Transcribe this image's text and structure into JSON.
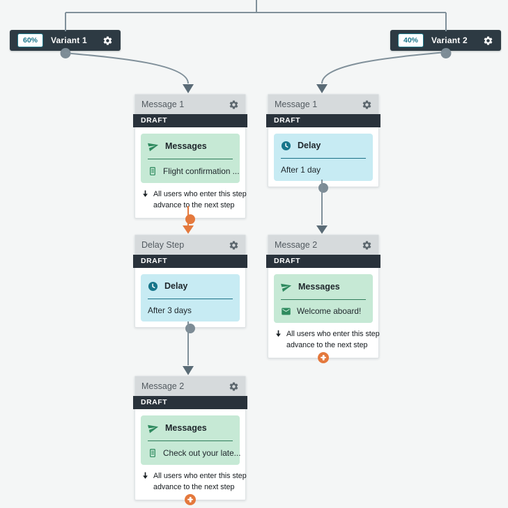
{
  "colors": {
    "background": "#f4f6f6",
    "dark_bar": "#2d3a43",
    "status_ribbon": "#29323b",
    "card_header": "#d6dadc",
    "teal_accent": "#17758a",
    "green_accent": "#2f8a5f",
    "green_block_bg": "#c6e9d5",
    "blue_block_bg": "#c7ebf3",
    "orange_accent": "#e4793d",
    "connector_gray": "#80909a"
  },
  "variants": {
    "v1": {
      "percent": "60%",
      "name": "Variant 1"
    },
    "v2": {
      "percent": "40%",
      "name": "Variant 2"
    }
  },
  "cards": {
    "left_message_1": {
      "title": "Message 1",
      "status": "DRAFT",
      "channel": "Messages",
      "detail": "Flight confirmation ...",
      "footer_line1": "All users who enter this step",
      "footer_line2": "advance to the next step"
    },
    "left_delay_step": {
      "title": "Delay Step",
      "status": "DRAFT",
      "channel": "Delay",
      "detail": "After 3 days"
    },
    "left_message_2": {
      "title": "Message 2",
      "status": "DRAFT",
      "channel": "Messages",
      "detail": "Check out your late...",
      "footer_line1": "All users who enter this step",
      "footer_line2": "advance to the next step"
    },
    "right_message_1": {
      "title": "Message 1",
      "status": "DRAFT",
      "channel": "Delay",
      "detail": "After 1 day"
    },
    "right_message_2": {
      "title": "Message 2",
      "status": "DRAFT",
      "channel": "Messages",
      "detail": "Welcome aboard!",
      "footer_line1": "All users who enter this step",
      "footer_line2": "advance to the next step"
    }
  }
}
